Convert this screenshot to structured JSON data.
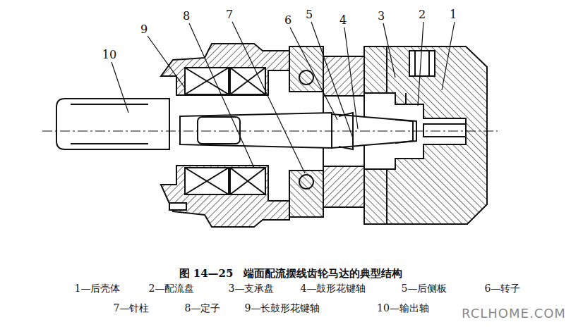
{
  "diagram": {
    "caption": "图 14—25　端面配流摆线齿轮马达的典型结构",
    "labels": [
      "10",
      "9",
      "8",
      "7",
      "6",
      "5",
      "4",
      "3",
      "2",
      "1",
      "1—后壳体",
      "2—配流盘",
      "3—支承盘",
      "4—鼓形花键轴",
      "5—后侧板",
      "6—转子",
      "7—针柱",
      "8—定子",
      "9—长鼓形花键轴",
      "10—输出轴",
      "RCLHOME.COM"
    ]
  }
}
